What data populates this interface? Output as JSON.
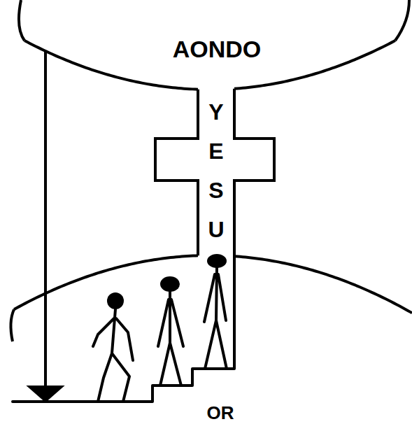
{
  "diagram": {
    "nodes": [
      {
        "text": [
          "AONDO"
        ]
      },
      {
        "text": [
          "YESU"
        ]
      },
      {
        "text": [
          "OR"
        ]
      }
    ],
    "edges": [
      {
        "from": 0,
        "to": 2,
        "arrow": "to"
      }
    ]
  }
}
